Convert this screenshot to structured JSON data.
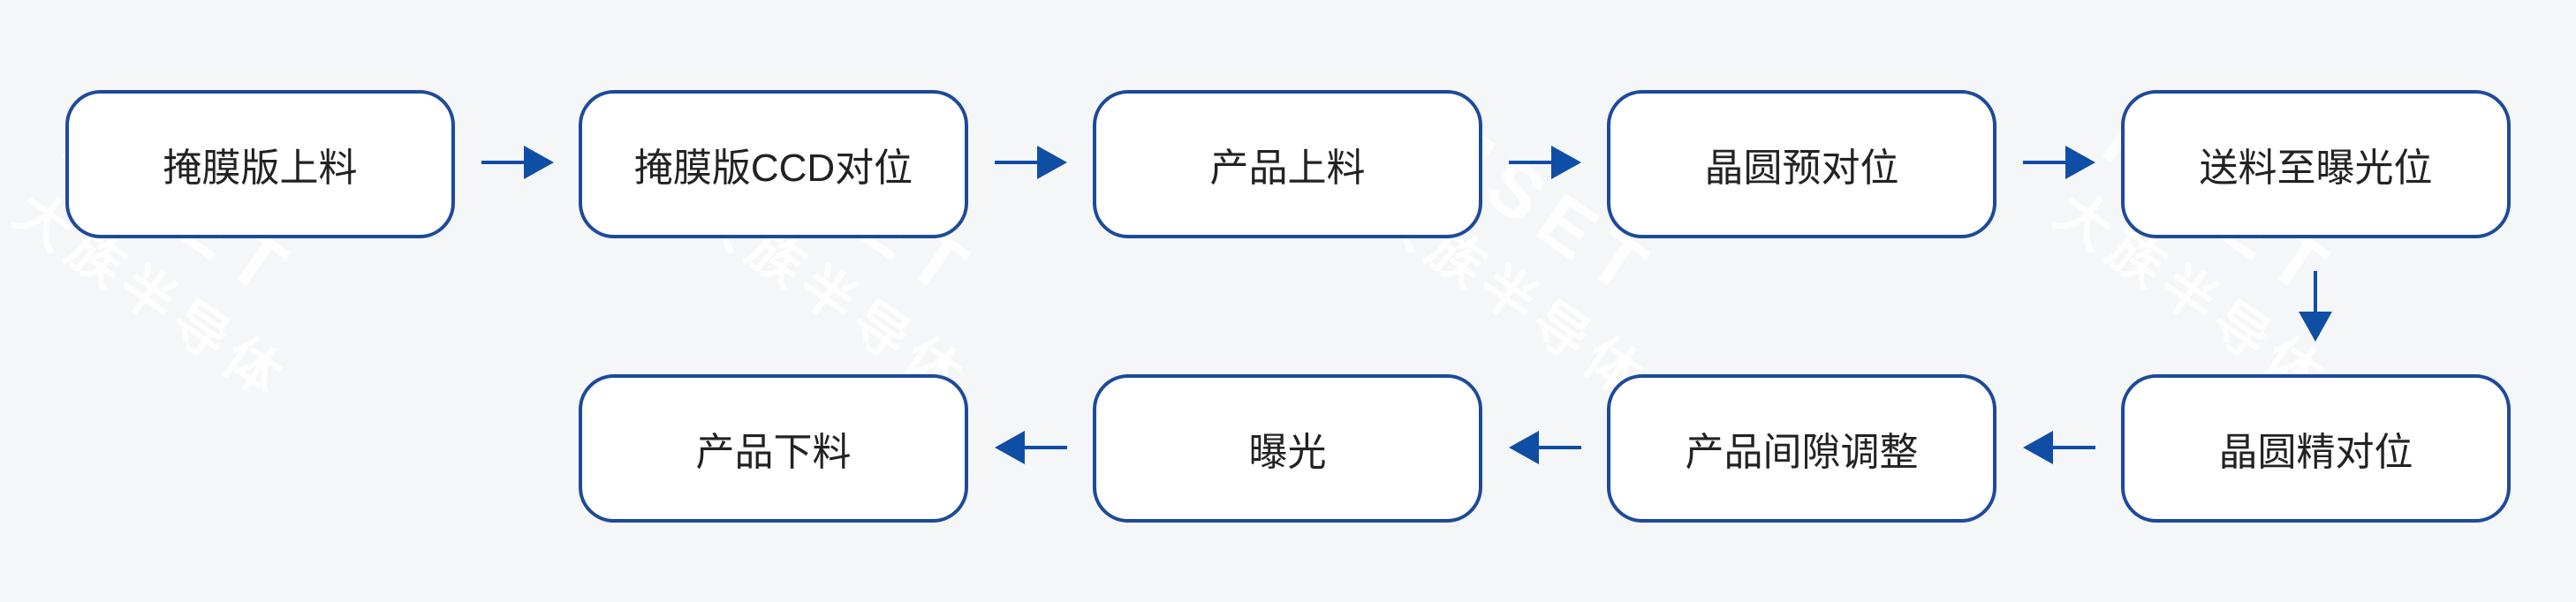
{
  "steps": [
    "掩膜版上料",
    "掩膜版CCD对位",
    "产品上料",
    "晶圆预对位",
    "送料至曝光位",
    "晶圆精对位",
    "产品间隙调整",
    "曝光",
    "产品下料"
  ],
  "watermark": {
    "brand": "MSET",
    "name": "大族半导体"
  },
  "colors": {
    "background": "#f5f6f8",
    "box_fill": "#ffffff",
    "box_border": "#1c4a9c",
    "arrow": "#0f4ea5",
    "text": "#222222"
  }
}
